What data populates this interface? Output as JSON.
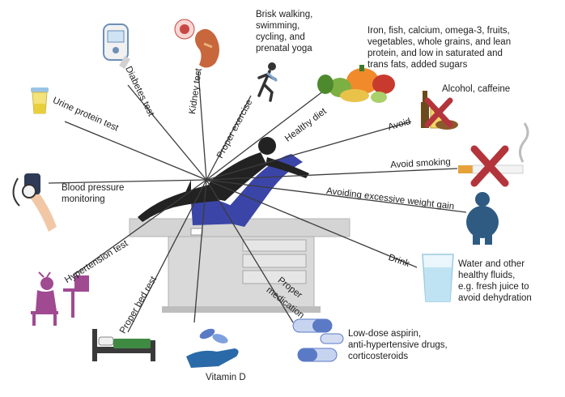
{
  "labels": {
    "urine_protein_test": "Urine protein test",
    "diabetes_test": "Diabetes test",
    "kidney_test": "Kidney test",
    "proper_exercise": "Proper exercise",
    "exercise_detail": [
      "Brisk walking,",
      "swimming,",
      "cycling, and",
      "prenatal yoga"
    ],
    "healthy_diet": "Healthy diet",
    "diet_detail": [
      "Iron, fish, calcium, omega-3, fruits,",
      "vegetables, whole grains, and lean",
      "protein, and low in saturated and",
      "trans fats, added sugars"
    ],
    "alcohol_caffeine": "Alcohol, caffeine",
    "avoid": "Avoid",
    "avoid_smoking": "Avoid smoking",
    "avoiding_weight_gain": "Avoiding excessive weight gain",
    "drink": "Drink",
    "drink_detail": [
      "Water and other",
      "healthy fluids,",
      "e.g. fresh juice to",
      "avoid dehydration"
    ],
    "blood_pressure": [
      "Blood pressure",
      "monitoring"
    ],
    "hypertension_test": "Hypertension test",
    "proper_bed_rest": "Proper bed rest",
    "vitamin_d": "Vitamin D",
    "proper_medication": [
      "Proper",
      "medication"
    ],
    "medication_detail": [
      "Low-dose aspirin,",
      "anti-hypertensive drugs,",
      "corticosteroids"
    ]
  },
  "icons": {
    "urine_cup": "urine-cup-icon",
    "glucometer": "glucometer-icon",
    "kidney": "kidney-icon",
    "runner": "runner-icon",
    "vegetables": "vegetables-icon",
    "alcohol_caffeine": "alcohol-caffeine-icon",
    "cigarette": "cigarette-icon",
    "overweight": "overweight-person-icon",
    "water_glass": "water-glass-icon",
    "bp_cuff": "blood-pressure-cuff-icon",
    "stressed_person": "stressed-person-icon",
    "bed": "bed-icon",
    "vitamin_d": "vitamin-d-hand-icon",
    "pills": "pills-icon"
  },
  "colors": {
    "line": "#3c3c3c",
    "cross": "#b3353b",
    "exam_table": "#d4d4d4",
    "chair_blue": "#3b45a8",
    "figure": "#222222",
    "hypertension_purple": "#a04a92",
    "bed_green": "#3f8a43",
    "pill_blue": "#5b7ac6",
    "water_blue": "#bfe3f2"
  }
}
